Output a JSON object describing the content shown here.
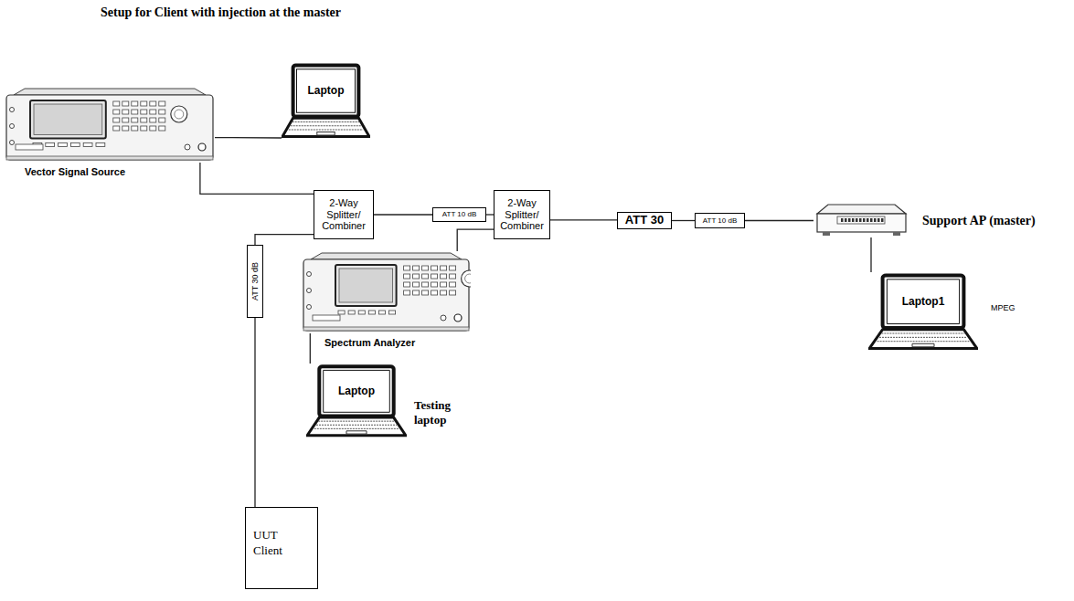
{
  "diagram": {
    "title": "Setup for Client with injection at the master",
    "nodes": [
      {
        "text": [
          "Laptop"
        ]
      },
      {
        "text": [
          "Vector Signal Source"
        ]
      },
      {
        "text": [
          "2-Way Splitter/ Combiner"
        ]
      },
      {
        "text": [
          "ATT 10 dB"
        ]
      },
      {
        "text": [
          "2-Way Splitter/ Combiner"
        ]
      },
      {
        "text": [
          "ATT 30"
        ]
      },
      {
        "text": [
          "ATT 10 dB"
        ]
      },
      {
        "text": [
          "Support AP (master)"
        ]
      },
      {
        "text": [
          "ATT 30 dB"
        ]
      },
      {
        "text": [
          "Spectrum Analyzer"
        ]
      },
      {
        "text": [
          "Laptop1",
          "MPEG"
        ]
      },
      {
        "text": [
          "Laptop",
          "Testing laptop"
        ]
      },
      {
        "text": [
          "UUT Client"
        ]
      }
    ],
    "edges": [
      {
        "from": 1,
        "to": 0,
        "arrow": "none"
      },
      {
        "from": 1,
        "to": 2,
        "arrow": "none"
      },
      {
        "from": 2,
        "to": 3,
        "arrow": "none"
      },
      {
        "from": 3,
        "to": 4,
        "arrow": "none"
      },
      {
        "from": 4,
        "to": 5,
        "arrow": "none"
      },
      {
        "from": 5,
        "to": 6,
        "arrow": "none"
      },
      {
        "from": 6,
        "to": 7,
        "arrow": "none"
      },
      {
        "from": 2,
        "to": 8,
        "arrow": "none"
      },
      {
        "from": 8,
        "to": 12,
        "arrow": "none"
      },
      {
        "from": 4,
        "to": 9,
        "arrow": "none"
      },
      {
        "from": 9,
        "to": 11,
        "arrow": "none"
      },
      {
        "from": 7,
        "to": 10,
        "arrow": "none"
      }
    ]
  }
}
